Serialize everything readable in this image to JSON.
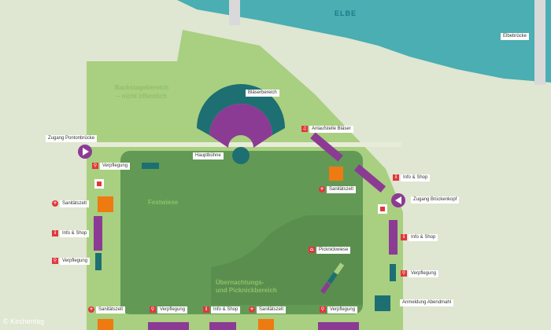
{
  "river": {
    "name": "ELBE",
    "bridge_label": "Elbebrücke"
  },
  "zones": {
    "backstage": "Backstagebereich\n– nicht öffentlich",
    "festwiese": "Festwiese",
    "uebernachtung": "Übernachtungs-\nund Picknickbereich"
  },
  "stage": {
    "blaeser": "Bläserbereich",
    "hauptbuehne": "Hauptbühne"
  },
  "access": {
    "ponton": "Zugang Pontonbrücke",
    "brueckenkopf": "Zugang Brückenkopf"
  },
  "points": {
    "verpflegung": "Verpflegung",
    "sanitaetszelt": "Sanitätszelt",
    "info_shop": "Info & Shop",
    "anlaufstelle": "Anlaufstelle Bläser",
    "picknickwiese": "Picknickwiese",
    "anmeldung": "Anmeldung Abendmahl"
  },
  "icons": {
    "verpflegung": "cutlery-icon",
    "sanitaetszelt": "first-aid-icon",
    "info": "info-icon",
    "anlaufstelle": "music-note-icon",
    "picknick": "picnic-basket-icon",
    "access": "play-arrow-icon"
  },
  "colors": {
    "water": "#4aaeb2",
    "park": "#a9cf80",
    "festwiese": "#629a55",
    "picnic": "#5a8e4e",
    "purple": "#8c3b94",
    "teal": "#1d6f72",
    "orange": "#ee7a12",
    "red": "#e2363e"
  },
  "copyright": "© Kirchentag"
}
